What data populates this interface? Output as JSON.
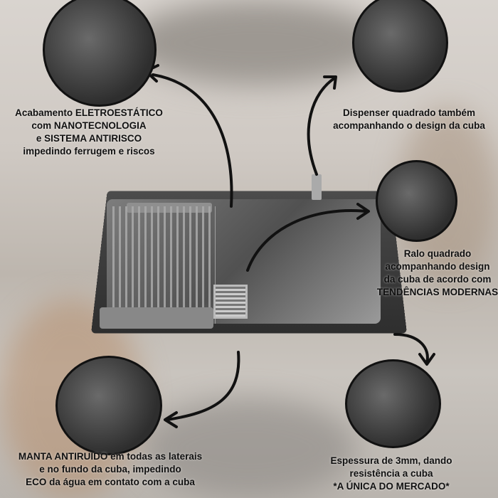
{
  "callouts": {
    "finish": {
      "lines": [
        "Acabamento ELETROESTÁTICO",
        "com NANOTECNOLOGIA",
        "e SISTEMA ANTIRISCO",
        "impedindo ferrugem e riscos"
      ]
    },
    "dispenser": {
      "lines": [
        "Dispenser quadrado também",
        "acompanhando o design da cuba"
      ]
    },
    "drain": {
      "lines": [
        "Ralo quadrado",
        "acompanhando design",
        "da cuba de acordo com",
        "TENDÊNCIAS MODERNAS"
      ]
    },
    "noise": {
      "lines": [
        "MANTA ANTIRUIDO em todas as laterais",
        "e no fundo da cuba, impedindo",
        "ECO da água em contato com a cuba"
      ]
    },
    "thickness": {
      "lines": [
        "Espessura de 3mm, dando",
        "resistência a cuba",
        "*A ÚNICA DO MERCADO*"
      ]
    }
  }
}
